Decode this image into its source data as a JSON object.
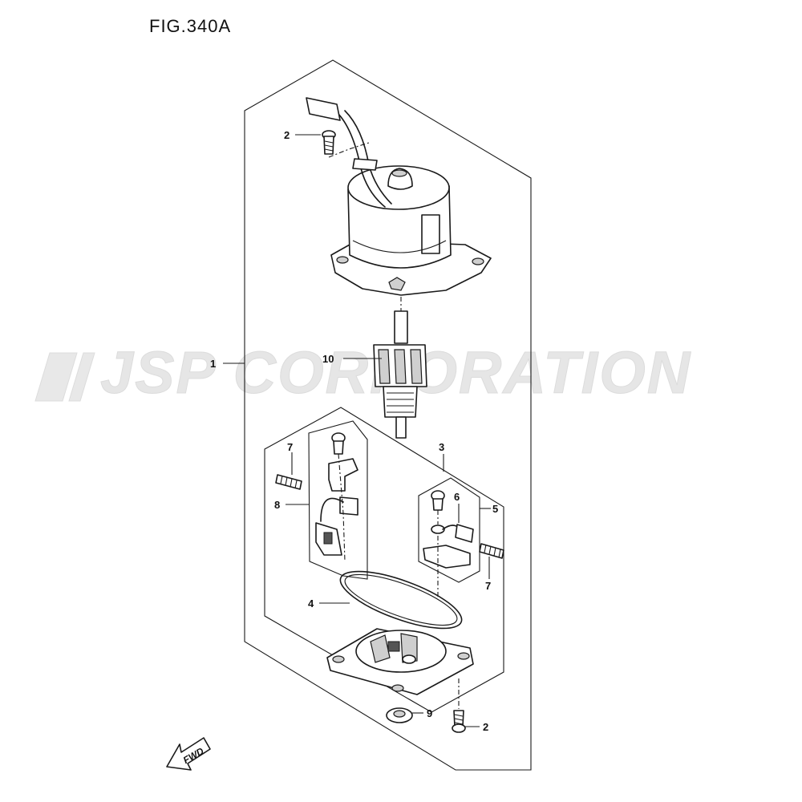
{
  "figure": {
    "title": "FIG.340A"
  },
  "watermark": {
    "text": "JSP CORPORATION"
  },
  "direction_marker": {
    "text": "FWD"
  },
  "callouts": {
    "c1": "1",
    "c2_top": "2",
    "c2_bottom": "2",
    "c3": "3",
    "c4": "4",
    "c5": "5",
    "c6": "6",
    "c7_left": "7",
    "c7_right": "7",
    "c8": "8",
    "c9": "9",
    "c10": "10"
  }
}
